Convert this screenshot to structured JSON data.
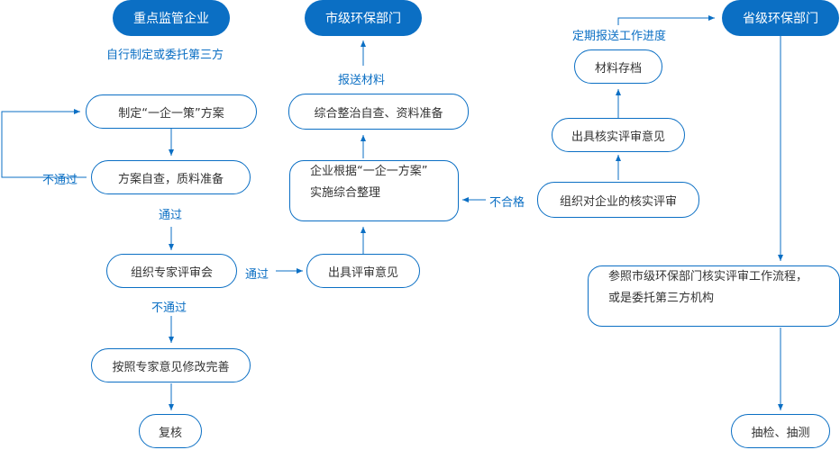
{
  "nodes": {
    "enterprise_header": "重点监管企业",
    "city_header": "市级环保部门",
    "province_header": "省级环保部门",
    "plan": "制定“一企一策”方案",
    "self_check": "方案自查，质料准备",
    "expert_review": "组织专家评审会",
    "revise": "按照专家意见修改完善",
    "recheck": "复核",
    "review_opinion": "出具评审意见",
    "rectification_line1": "企业根据“一企一方案”",
    "rectification_line2": "实施综合整理",
    "self_inspection": "综合整治自查、资料准备",
    "verify_review": "组织对企业的核实评审",
    "verify_opinion": "出具核实评审意见",
    "archive": "材料存档",
    "reference_line1": "参照市级环保部门核实评审工作流程，",
    "reference_line2": "或是委托第三方机构",
    "spot_check": "抽检、抽测"
  },
  "labels": {
    "self_or_third_party": "自行制定或委托第三方",
    "fail_1": "不通过",
    "pass_1": "通过",
    "fail_2": "不通过",
    "pass_2": "通过",
    "submit_materials": "报送材料",
    "unqualified": "不合格",
    "report_progress": "定期报送工作进度"
  },
  "colors": {
    "accent": "#0b6fc4",
    "text": "#333333"
  }
}
